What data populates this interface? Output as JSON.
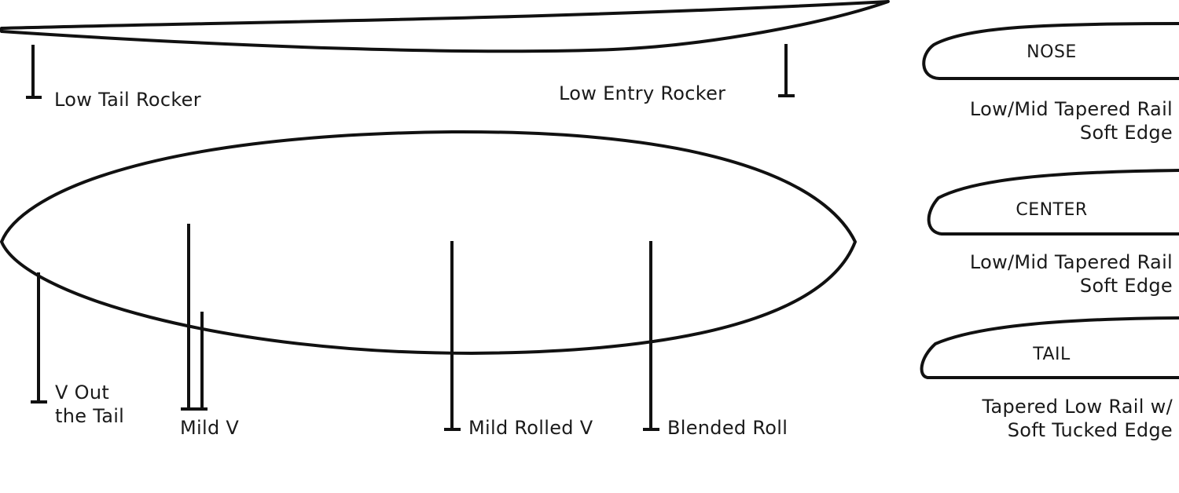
{
  "rocker": {
    "tail_label": "Low Tail Rocker",
    "entry_label": "Low Entry Rocker"
  },
  "bottom_contours": [
    {
      "id": "v-out-the-tail",
      "lines": [
        "V Out",
        "the Tail"
      ]
    },
    {
      "id": "mild-v",
      "lines": [
        "Mild V"
      ]
    },
    {
      "id": "mild-rolled-v",
      "lines": [
        "Mild Rolled V"
      ]
    },
    {
      "id": "blended-roll",
      "lines": [
        "Blended Roll"
      ]
    }
  ],
  "rails": [
    {
      "section": "NOSE",
      "lines": [
        "Low/Mid Tapered Rail",
        "Soft Edge"
      ]
    },
    {
      "section": "CENTER",
      "lines": [
        "Low/Mid Tapered Rail",
        "Soft Edge"
      ]
    },
    {
      "section": "TAIL",
      "lines": [
        "Tapered Low Rail w/",
        "Soft Tucked Edge"
      ]
    }
  ]
}
